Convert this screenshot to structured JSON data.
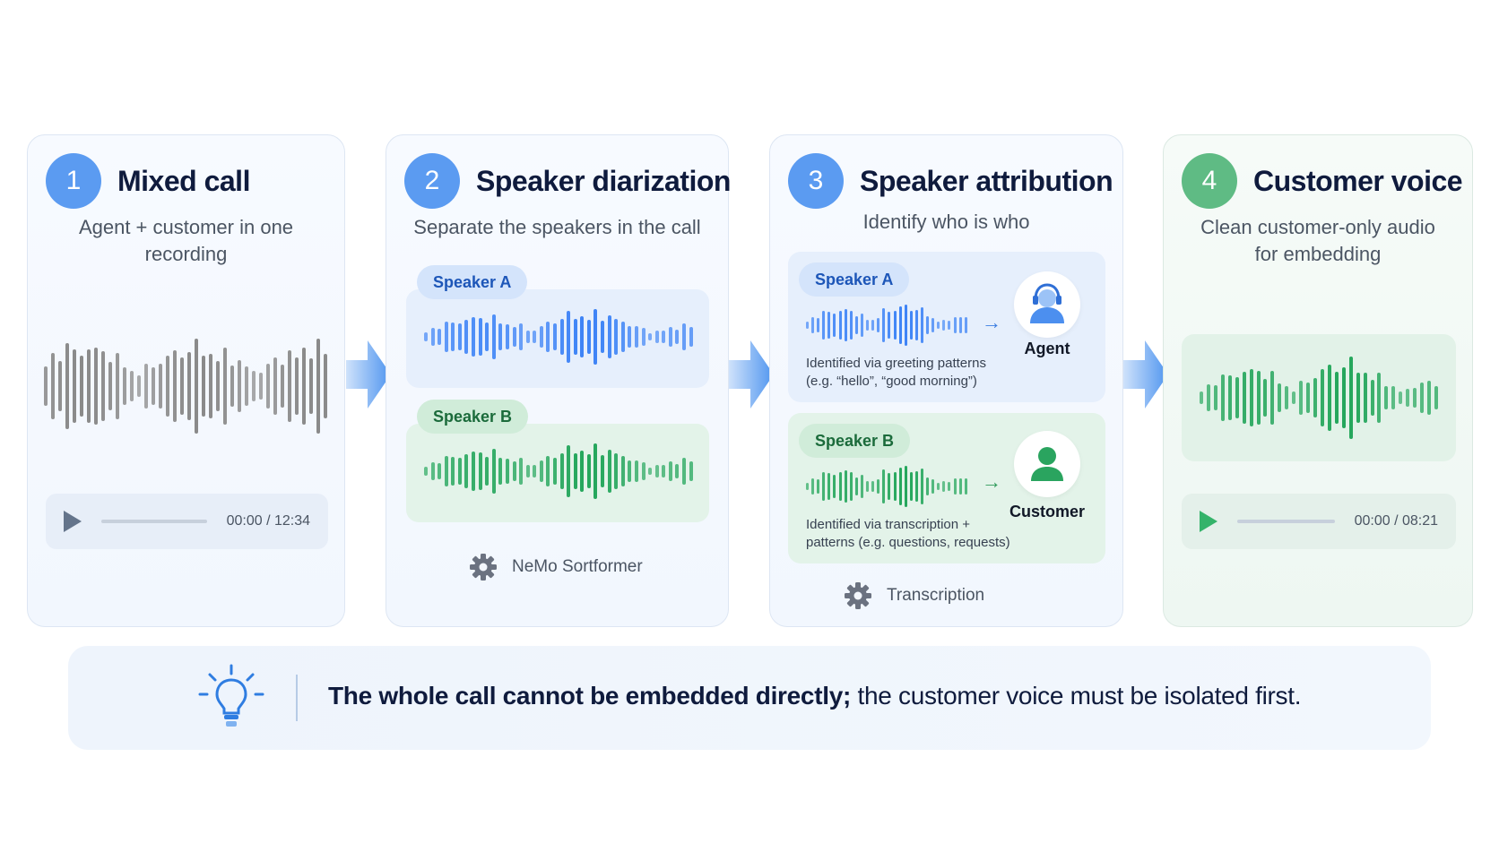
{
  "steps": [
    {
      "number": "1",
      "title": "Mixed call",
      "subtitle_line1": "Agent + customer in one",
      "subtitle_line2": "recording",
      "player": {
        "time": "00:00 / 12:34"
      }
    },
    {
      "number": "2",
      "title": "Speaker diarization",
      "subtitle": "Separate the speakers in the call",
      "speaker_a": "Speaker A",
      "speaker_b": "Speaker B",
      "tool": "NeMo Sortformer"
    },
    {
      "number": "3",
      "title": "Speaker attribution",
      "subtitle": "Identify who is who",
      "speaker_a": {
        "label": "Speaker A",
        "note_line1": "Identified via greeting patterns",
        "note_line2": "(e.g. “hello”, “good morning”)",
        "role": "Agent"
      },
      "speaker_b": {
        "label": "Speaker B",
        "note_line1": "Identified via transcription +",
        "note_line2": "patterns (e.g. questions, requests)",
        "role": "Customer"
      },
      "tool": "Transcription"
    },
    {
      "number": "4",
      "title": "Customer voice",
      "subtitle_line1": "Clean customer-only audio",
      "subtitle_line2": "for embedding",
      "player": {
        "time": "00:00 / 08:21"
      }
    }
  ],
  "banner": {
    "bold": "The whole call cannot be embedded directly;",
    "rest": " the customer voice must be isolated first."
  },
  "colors": {
    "blue_accent": "#5b9bf1",
    "green_accent": "#5fbb84",
    "gray_wave": "#8a8a8a",
    "blue_wave": "#3b82f6",
    "green_wave": "#22a55a"
  },
  "icons": {
    "play": "play-icon",
    "gear": "gear-icon",
    "agent": "headset-agent-icon",
    "customer": "person-icon",
    "insight": "lightbulb-icon",
    "flow": "arrow-right-icon"
  }
}
